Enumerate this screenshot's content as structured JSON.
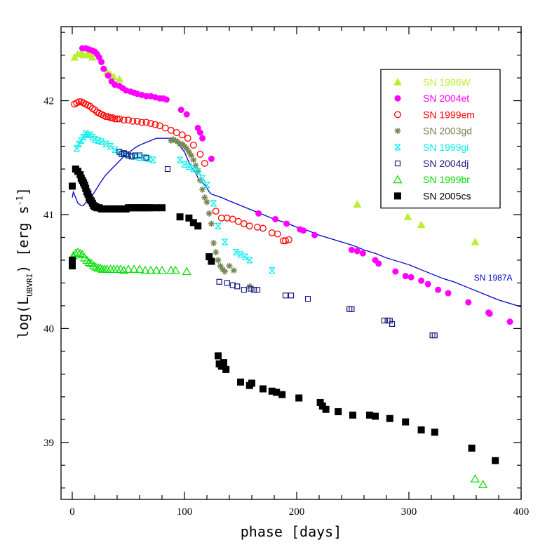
{
  "chart_data": {
    "type": "scatter",
    "xlabel": "phase [days]",
    "ylabel_main": "log(L",
    "ylabel_sub": "UBVRI",
    "ylabel_tail": ") [erg s",
    "ylabel_sup": "-1",
    "ylabel_end": "]",
    "xlim": [
      -10,
      400
    ],
    "ylim": [
      38.5,
      42.65
    ],
    "x_ticks": [
      0,
      100,
      200,
      300,
      400
    ],
    "y_ticks": [
      39,
      40,
      41,
      42
    ],
    "x_minor_step": 20,
    "y_minor_step": 0.2,
    "grid": false,
    "legend_position": "top-right",
    "annotation": {
      "text": "SN 1987A",
      "x": 358,
      "y": 40.42,
      "color": "#0000cc"
    },
    "series": [
      {
        "name": "SN 1996W",
        "marker": "triangle-filled",
        "color": "#bbee33",
        "x": [
          2,
          5,
          8,
          10,
          13,
          16,
          18,
          31,
          34,
          37,
          42,
          254,
          299,
          311,
          359
        ],
        "y": [
          42.38,
          42.41,
          42.42,
          42.4,
          42.41,
          42.4,
          42.38,
          42.25,
          42.23,
          42.21,
          42.19,
          41.09,
          40.98,
          40.91,
          40.76
        ]
      },
      {
        "name": "SN 2004et",
        "marker": "circle-filled",
        "color": "#ff00ff",
        "x": [
          9,
          12,
          15,
          18,
          20,
          22,
          24,
          26,
          28,
          32,
          35,
          38,
          42,
          45,
          48,
          52,
          55,
          58,
          62,
          66,
          70,
          74,
          78,
          81,
          84,
          97,
          102,
          112,
          114,
          116,
          124,
          166,
          181,
          191,
          203,
          206,
          216,
          249,
          254,
          259,
          270,
          273,
          288,
          297,
          302,
          311,
          317,
          326,
          335,
          353,
          371,
          372,
          390
        ],
        "y": [
          42.46,
          42.46,
          42.45,
          42.44,
          42.43,
          42.41,
          42.38,
          42.34,
          42.28,
          42.22,
          42.17,
          42.14,
          42.13,
          42.11,
          42.09,
          42.08,
          42.07,
          42.06,
          42.05,
          42.04,
          42.04,
          42.03,
          42.02,
          42.02,
          42.01,
          41.92,
          41.88,
          41.76,
          41.72,
          41.67,
          41.49,
          41.01,
          40.96,
          40.92,
          40.87,
          40.86,
          40.82,
          40.69,
          40.68,
          40.66,
          40.6,
          40.57,
          40.5,
          40.46,
          40.45,
          40.42,
          40.39,
          40.34,
          40.31,
          40.23,
          40.14,
          40.13,
          40.06
        ]
      },
      {
        "name": "SN 1999em",
        "marker": "circle-open",
        "color": "#ff0000",
        "x": [
          2,
          4,
          6,
          8,
          10,
          12,
          14,
          16,
          18,
          20,
          22,
          24,
          26,
          28,
          30,
          32,
          34,
          36,
          38,
          40,
          42,
          46,
          50,
          54,
          58,
          62,
          66,
          70,
          74,
          78,
          83,
          88,
          93,
          98,
          103,
          108,
          114,
          118,
          128,
          133,
          138,
          143,
          148,
          153,
          158,
          165,
          170,
          178,
          183,
          188,
          190,
          193
        ],
        "y": [
          41.97,
          41.98,
          41.99,
          41.99,
          41.98,
          41.97,
          41.96,
          41.95,
          41.93,
          41.92,
          41.9,
          41.89,
          41.88,
          41.87,
          41.86,
          41.86,
          41.85,
          41.85,
          41.84,
          41.84,
          41.84,
          41.83,
          41.83,
          41.82,
          41.82,
          41.81,
          41.81,
          41.8,
          41.79,
          41.78,
          41.76,
          41.74,
          41.72,
          41.7,
          41.67,
          41.61,
          41.53,
          41.45,
          41.03,
          40.97,
          40.97,
          40.96,
          40.94,
          40.92,
          40.9,
          40.89,
          40.88,
          40.84,
          40.83,
          40.77,
          40.77,
          40.78
        ]
      },
      {
        "name": "SN 2003gd",
        "marker": "asterisk",
        "color": "#778855",
        "x": [
          88,
          90,
          92,
          94,
          96,
          98,
          100,
          102,
          104,
          106,
          108,
          110,
          112,
          114,
          116,
          118,
          120,
          122,
          124,
          126,
          128,
          130,
          132,
          134,
          136,
          140,
          144,
          158
        ],
        "y": [
          41.65,
          41.66,
          41.65,
          41.64,
          41.62,
          41.62,
          41.6,
          41.58,
          41.55,
          41.52,
          41.48,
          41.43,
          41.38,
          41.3,
          41.22,
          41.15,
          41.11,
          41.01,
          40.92,
          40.75,
          40.67,
          40.6,
          40.55,
          40.52,
          40.5,
          40.55,
          40.51,
          40.37
        ]
      },
      {
        "name": "SN 1999gi",
        "marker": "star-open",
        "color": "#00eeee",
        "x": [
          4,
          6,
          8,
          10,
          12,
          14,
          16,
          18,
          20,
          23,
          26,
          30,
          34,
          38,
          42,
          46,
          50,
          55,
          60,
          64,
          68,
          72,
          96,
          100,
          104,
          108,
          112,
          116,
          120,
          126,
          130,
          136,
          146,
          150,
          154,
          158,
          178
        ],
        "y": [
          41.58,
          41.62,
          41.65,
          41.68,
          41.71,
          41.7,
          41.7,
          41.68,
          41.66,
          41.65,
          41.64,
          41.62,
          41.6,
          41.57,
          41.55,
          41.53,
          41.52,
          41.51,
          41.5,
          41.5,
          41.49,
          41.48,
          41.48,
          41.44,
          41.42,
          41.4,
          41.38,
          41.32,
          41.26,
          41.1,
          40.9,
          40.76,
          40.67,
          40.65,
          40.63,
          40.6,
          40.51
        ]
      },
      {
        "name": "SN 2004dj",
        "marker": "square-open",
        "color": "#1a1a80",
        "x": [
          42,
          44,
          46,
          48,
          50,
          53,
          56,
          60,
          66,
          85,
          131,
          138,
          143,
          147,
          153,
          159,
          162,
          165,
          190,
          195,
          210,
          247,
          249,
          278,
          281,
          283,
          285,
          321,
          323
        ],
        "y": [
          41.55,
          41.53,
          41.54,
          41.53,
          41.52,
          41.51,
          41.52,
          41.52,
          41.5,
          41.4,
          40.41,
          40.4,
          40.38,
          40.37,
          40.34,
          40.35,
          40.34,
          40.34,
          40.29,
          40.29,
          40.26,
          40.17,
          40.17,
          40.07,
          40.07,
          40.07,
          40.04,
          39.94,
          39.94
        ]
      },
      {
        "name": "SN 1999br",
        "marker": "triangle-open",
        "color": "#00dd00",
        "x": [
          1,
          3,
          5,
          7,
          9,
          11,
          13,
          15,
          17,
          19,
          21,
          23,
          25,
          27,
          29,
          31,
          34,
          37,
          40,
          43,
          46,
          50,
          55,
          60,
          65,
          70,
          75,
          80,
          88,
          92,
          102,
          359,
          366
        ],
        "y": [
          40.64,
          40.66,
          40.67,
          40.66,
          40.65,
          40.62,
          40.6,
          40.58,
          40.57,
          40.55,
          40.54,
          40.53,
          40.53,
          40.52,
          40.52,
          40.52,
          40.52,
          40.52,
          40.52,
          40.52,
          40.51,
          40.52,
          40.52,
          40.52,
          40.51,
          40.51,
          40.51,
          40.51,
          40.51,
          40.51,
          40.5,
          38.68,
          38.63
        ]
      },
      {
        "name": "SN 2005cs",
        "marker": "square-filled",
        "color": "#000000",
        "x": [
          0,
          0,
          0,
          3,
          5,
          7,
          8,
          9,
          10,
          11,
          12,
          13,
          14,
          15,
          16,
          17,
          18,
          19,
          20,
          21,
          22,
          24,
          26,
          28,
          30,
          32,
          34,
          36,
          38,
          40,
          42,
          44,
          46,
          48,
          50,
          52,
          54,
          56,
          58,
          60,
          62,
          64,
          66,
          68,
          70,
          75,
          80,
          96,
          104,
          108,
          112,
          122,
          124,
          130,
          131,
          133,
          135,
          137,
          150,
          158,
          160,
          170,
          178,
          182,
          187,
          202,
          221,
          223,
          226,
          237,
          250,
          265,
          270,
          283,
          297,
          311,
          323,
          356,
          377
        ],
        "y": [
          40.6,
          40.55,
          41.25,
          41.4,
          41.38,
          41.35,
          41.32,
          41.3,
          41.28,
          41.26,
          41.23,
          41.2,
          41.18,
          41.15,
          41.13,
          41.12,
          41.1,
          41.08,
          41.07,
          41.07,
          41.06,
          41.06,
          41.05,
          41.05,
          41.05,
          41.05,
          41.05,
          41.05,
          41.05,
          41.05,
          41.05,
          41.05,
          41.05,
          41.05,
          41.06,
          41.06,
          41.06,
          41.06,
          41.06,
          41.06,
          41.06,
          41.06,
          41.06,
          41.06,
          41.06,
          41.06,
          41.06,
          40.98,
          40.97,
          40.93,
          40.9,
          40.63,
          40.59,
          39.76,
          39.69,
          39.67,
          39.7,
          39.64,
          39.53,
          39.5,
          39.52,
          39.47,
          39.45,
          39.44,
          39.42,
          39.39,
          39.35,
          39.32,
          39.29,
          39.27,
          39.24,
          39.24,
          39.23,
          39.21,
          39.18,
          39.11,
          39.09,
          38.95,
          38.84
        ]
      },
      {
        "name": "",
        "marker": "line",
        "color": "#0000cc",
        "x": [
          0,
          1,
          3,
          5,
          8,
          10,
          14,
          18,
          20,
          25,
          30,
          35,
          40,
          45,
          50,
          55,
          60,
          65,
          70,
          75,
          80,
          85,
          89,
          91,
          96,
          100,
          103,
          106,
          110,
          113,
          116,
          119,
          122,
          124,
          127,
          133,
          140,
          150,
          160,
          170,
          180,
          190,
          200,
          210,
          220,
          230,
          240,
          250,
          260,
          270,
          280,
          290,
          300,
          310,
          320,
          330,
          340,
          350,
          360,
          370,
          380,
          390,
          400
        ],
        "y": [
          41.15,
          41.2,
          41.15,
          41.1,
          41.08,
          41.08,
          41.13,
          41.17,
          41.2,
          41.28,
          41.35,
          41.4,
          41.45,
          41.5,
          41.54,
          41.58,
          41.61,
          41.63,
          41.65,
          41.67,
          41.67,
          41.67,
          41.67,
          41.66,
          41.6,
          41.55,
          41.48,
          41.42,
          41.37,
          41.3,
          41.28,
          41.25,
          41.2,
          41.18,
          41.17,
          41.15,
          41.12,
          41.08,
          41.04,
          41.0,
          40.96,
          40.93,
          40.89,
          40.86,
          40.82,
          40.79,
          40.76,
          40.73,
          40.69,
          40.66,
          40.62,
          40.59,
          40.56,
          40.52,
          40.48,
          40.44,
          40.41,
          40.37,
          40.33,
          40.29,
          40.25,
          40.22,
          40.19
        ]
      }
    ]
  }
}
